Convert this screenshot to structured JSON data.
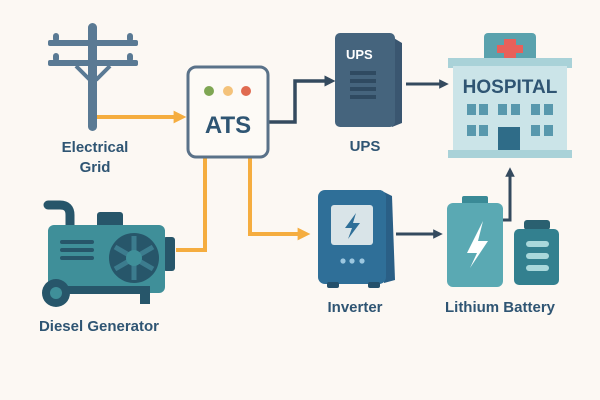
{
  "title": "Hospital backup power system diagram",
  "colors": {
    "background": "#fcf8f3",
    "label_text": "#2f5573",
    "power_flow_line": "#f5ad3f",
    "output_line": "#344a5e",
    "pole": "#5a7a94",
    "ats_border": "#5a7289",
    "ups_body": "#45647d",
    "generator_body": "#3f8f99",
    "generator_dark": "#27566a",
    "inverter_body": "#2f6f98",
    "battery_large": "#5aa9b3",
    "battery_small": "#33808f",
    "hospital_wall": "#cbe4e8",
    "hospital_window": "#5898ad",
    "hospital_sign": "#5aa2ad",
    "cross_red": "#e8605a",
    "led_green": "#7fa653",
    "led_amber": "#f4c27a",
    "led_red": "#e06a50"
  },
  "nodes": {
    "grid": {
      "label_line1": "Electrical",
      "label_line2": "Grid",
      "icon": "utility-pole-icon"
    },
    "generator": {
      "label": "Diesel Generator",
      "icon": "diesel-generator-icon"
    },
    "ats": {
      "label": "ATS",
      "icon": "transfer-switch-icon",
      "indicator_lights": [
        "green",
        "amber",
        "red"
      ]
    },
    "ups": {
      "label": "UPS",
      "device_text": "UPS",
      "icon": "ups-server-icon"
    },
    "hospital": {
      "sign_text": "HOSPITAL",
      "icon": "hospital-building-icon"
    },
    "inverter": {
      "label": "Inverter",
      "icon": "inverter-icon"
    },
    "battery": {
      "label": "Lithium Battery",
      "icon": "battery-icon"
    }
  },
  "connections": [
    {
      "from": "Electrical Grid",
      "to": "ATS",
      "style": "orange"
    },
    {
      "from": "Diesel Generator",
      "to": "ATS",
      "style": "orange"
    },
    {
      "from": "ATS",
      "to": "UPS",
      "style": "dark"
    },
    {
      "from": "ATS",
      "to": "Inverter",
      "style": "orange"
    },
    {
      "from": "UPS",
      "to": "HOSPITAL",
      "style": "dark"
    },
    {
      "from": "Inverter",
      "to": "Lithium Battery",
      "style": "dark"
    },
    {
      "from": "Lithium Battery",
      "to": "HOSPITAL",
      "style": "dark"
    }
  ]
}
